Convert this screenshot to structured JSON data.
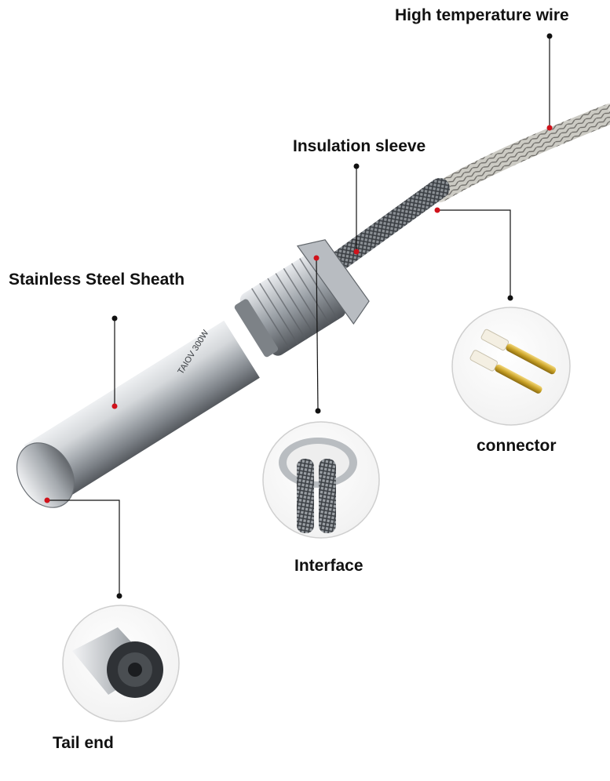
{
  "labels": {
    "high_temperature_wire": "High temperature wire",
    "insulation_sleeve": "Insulation sleeve",
    "stainless_steel_sheath": "Stainless Steel Sheath",
    "connector": "connector",
    "interface": "Interface",
    "tail_end": "Tail end"
  },
  "sheath_marking": "TAIOV 300W",
  "colors": {
    "leader_line": "#111111",
    "marker_dot": "#d0121b",
    "braid": "#8a8f94",
    "steel": "#c9ccd0",
    "brass": "#c9a227"
  }
}
